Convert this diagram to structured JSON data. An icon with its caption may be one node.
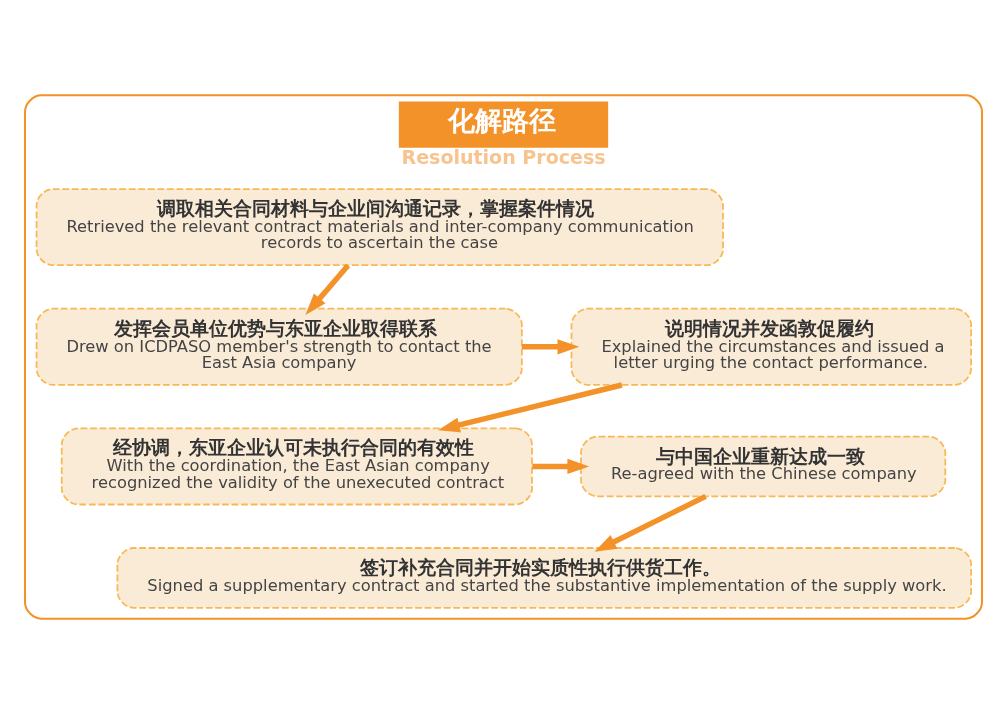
{
  "diagram": {
    "nodes": [
      {
        "text": [
          "化解路径",
          "Resolution Process"
        ]
      },
      {
        "text": [
          "调取相关合同材料与企业间沟通记录，掌握案件情况",
          "Retrieved the relevant contract materials and inter-company communication records to ascertain the case"
        ],
        "in": 0
      },
      {
        "text": [
          "说明情况并发函敦促履约",
          "Explained the circumstances and issued a letter urging the contact performance."
        ],
        "in": 0
      },
      {
        "text": [
          "发挥会员单位优势与东亚企业取得联系",
          "Drew on ICDPASO member's strength to contact the East Asia company"
        ],
        "in": 0
      },
      {
        "text": [
          "经协调，东亚企业认可未执行合同的有效性",
          "With the coordination, the East Asian company recognized the validity of the unexecuted contract"
        ],
        "in": 0
      },
      {
        "text": [
          "与中国企业重新达成一致",
          "Re-agreed with the Chinese company"
        ],
        "in": 0
      },
      {
        "text": [
          "签订补充合同并开始实质性执行供货工作。",
          "Signed a supplementary contract and started the substantive implementation of the supply work."
        ],
        "in": 0
      }
    ],
    "edges": [
      {
        "from": 1,
        "to": 3,
        "arrow": "to"
      },
      {
        "from": 3,
        "to": 2,
        "arrow": "to"
      },
      {
        "from": 2,
        "to": 4,
        "arrow": "to"
      },
      {
        "from": 4,
        "to": 5,
        "arrow": "to"
      },
      {
        "from": 5,
        "to": 6,
        "arrow": "to"
      }
    ]
  }
}
